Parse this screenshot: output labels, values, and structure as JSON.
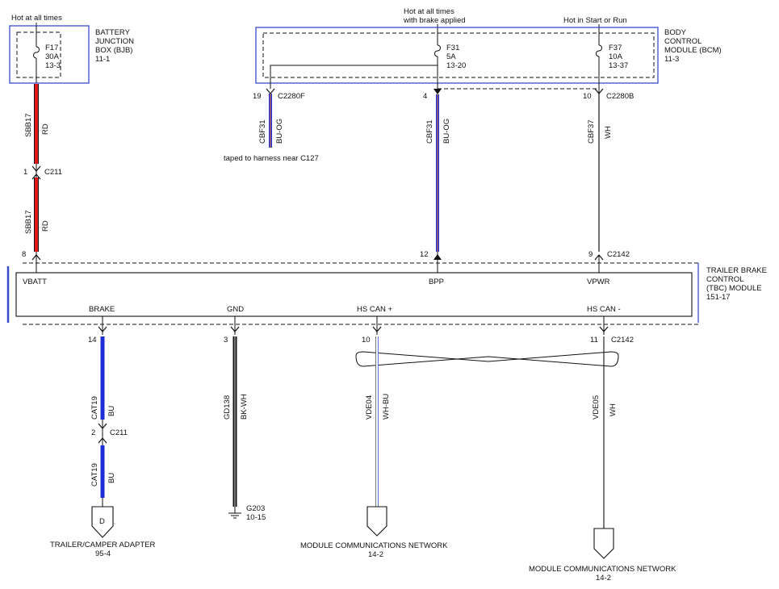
{
  "colors": {
    "red": "#e01818",
    "blue": "#1e2ed6",
    "black": "#111111",
    "module_border": "#3a4ad0",
    "bj_og_stripe": "#f08020",
    "wh_bu_stripe": "#3050e0"
  },
  "bjb": {
    "hot_label": "Hot at all times",
    "title": [
      "BATTERY",
      "JUNCTION",
      "BOX (BJB)",
      "11-1"
    ],
    "fuse": [
      "F17",
      "30A",
      "13-3"
    ]
  },
  "bcm": {
    "title": [
      "BODY",
      "CONTROL",
      "MODULE (BCM)",
      "11-3"
    ],
    "hot_brake": [
      "Hot at all times",
      "with brake applied"
    ],
    "hot_run": "Hot in Start or Run",
    "fuse_f31": [
      "F31",
      "5A",
      "13-20"
    ],
    "fuse_f37": [
      "F37",
      "10A",
      "13-37"
    ],
    "pin19": "19",
    "c2280f": "C2280F",
    "pin4": "4",
    "pin10": "10",
    "c2280b": "C2280B"
  },
  "wires": {
    "sbb17": "SBB17",
    "rd": "RD",
    "cbf31": "CBF31",
    "bu_og": "BU-OG",
    "cbf37": "CBF37",
    "wh": "WH",
    "cat19": "CAT19",
    "bu": "BU",
    "gd138": "GD138",
    "bk_wh": "BK-WH",
    "vde04": "VDE04",
    "wh_bu": "WH-BU",
    "vde05": "VDE05"
  },
  "taped_note": "taped to harness near C127",
  "c211_upper": {
    "pin": "1",
    "name": "C211"
  },
  "c211_lower": {
    "pin": "2",
    "name": "C211"
  },
  "tbc": {
    "title": [
      "TRAILER BRAKE",
      "CONTROL",
      "(TBC) MODULE",
      "151-17"
    ],
    "vbatt": "VBATT",
    "bpp": "BPP",
    "vpwr": "VPWR",
    "brake": "BRAKE",
    "gnd": "GND",
    "hscan_plus": "HS CAN +",
    "hscan_minus": "HS CAN -",
    "pin8": "8",
    "pin12": "12",
    "pin9": "9",
    "c2142_top": "C2142",
    "pin14": "14",
    "pin3": "3",
    "pin10": "10",
    "pin11": "11",
    "c2142_bottom": "C2142"
  },
  "ground": {
    "name": "G203",
    "ref": "10-15"
  },
  "trailer_adapter": {
    "letter": "D",
    "title": "TRAILER/CAMPER ADAPTER",
    "ref": "95-4"
  },
  "mcn1": {
    "title": "MODULE COMMUNICATIONS NETWORK",
    "ref": "14-2"
  },
  "mcn2": {
    "title": "MODULE COMMUNICATIONS NETWORK",
    "ref": "14-2"
  }
}
